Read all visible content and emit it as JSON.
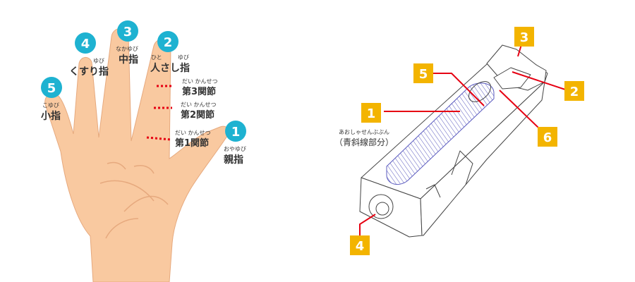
{
  "colors": {
    "skin": "#f9c9a0",
    "skin_line": "#e6a97e",
    "badge": "#1eb2d1",
    "joint": "#e60012",
    "square_badge": "#f3b400",
    "pointer": "#e60012",
    "hatch": "#5b5bbf",
    "outline": "#444444"
  },
  "hand": {
    "fingers": [
      {
        "number": "1",
        "ruby": "おやゆび",
        "name": "親指"
      },
      {
        "number": "2",
        "ruby_left": "ひと",
        "ruby_right": "ゆび",
        "name": "人さし指"
      },
      {
        "number": "3",
        "ruby": "なかゆび",
        "name": "中指"
      },
      {
        "number": "4",
        "ruby": "ゆび",
        "name": "くすり指"
      },
      {
        "number": "5",
        "ruby": "こゆび",
        "name": "小指"
      }
    ],
    "joints": [
      {
        "ruby": "だい かんせつ",
        "name": "第3関節"
      },
      {
        "ruby": "だい かんせつ",
        "name": "第2関節"
      },
      {
        "ruby": "だい かんせつ",
        "name": "第1関節"
      }
    ]
  },
  "block": {
    "labels": [
      "1",
      "2",
      "3",
      "4",
      "5",
      "6"
    ],
    "hatch_caption_ruby": "あおしゃせんぶぶん",
    "hatch_caption": "（青斜線部分）"
  }
}
